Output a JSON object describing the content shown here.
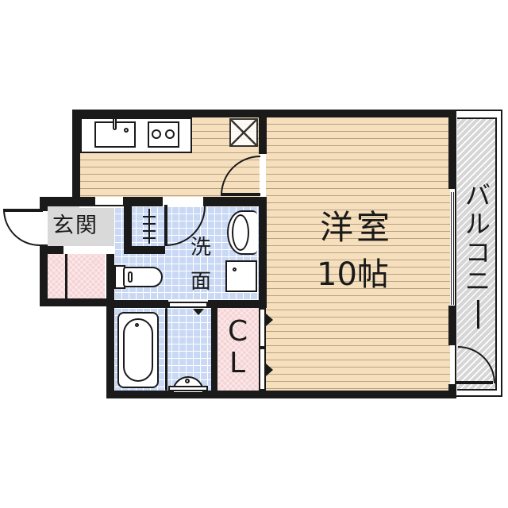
{
  "floor_plan": {
    "rooms": {
      "western_room": {
        "name": "洋室",
        "size": "10帖"
      },
      "entrance": {
        "name": "玄関"
      },
      "washroom": {
        "line1": "洗",
        "line2": "面"
      },
      "closet": {
        "line1": "C",
        "line2": "L"
      },
      "balcony": {
        "name": "バルコニー",
        "chars": [
          "バ",
          "ル",
          "コ",
          "ニ",
          "ー"
        ]
      }
    },
    "colors": {
      "wall": "#1a1a1a",
      "wood_floor": "#f6dfbd",
      "tile_floor": "#c9d8f4",
      "storage_floor": "#f6d4d6",
      "entrance_floor": "#d9d9d9",
      "balcony_floor": "#d6d6d6"
    }
  }
}
